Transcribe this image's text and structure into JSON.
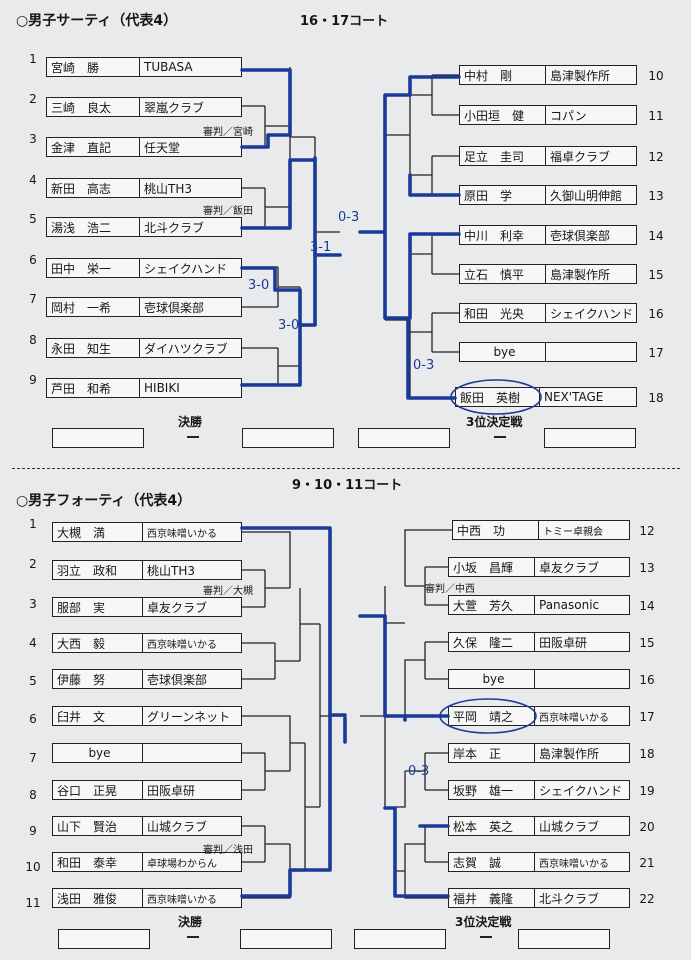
{
  "top": {
    "title": "○男子サーティ（代表4）",
    "court": "16・17コート",
    "final_label": "決勝",
    "third_label": "3位決定戦",
    "left": [
      {
        "no": "1",
        "name": "宮崎　勝",
        "club": "TUBASA"
      },
      {
        "no": "2",
        "name": "三崎　良太",
        "club": "翠嵐クラブ"
      },
      {
        "no": "3",
        "name": "金津　直記",
        "club": "任天堂"
      },
      {
        "no": "4",
        "name": "新田　高志",
        "club": "桃山TH3"
      },
      {
        "no": "5",
        "name": "湯浅　浩二",
        "club": "北斗クラブ"
      },
      {
        "no": "6",
        "name": "田中　栄一",
        "club": "シェイクハンド"
      },
      {
        "no": "7",
        "name": "岡村　一希",
        "club": "壱球倶楽部"
      },
      {
        "no": "8",
        "name": "永田　知生",
        "club": "ダイハツクラブ"
      },
      {
        "no": "9",
        "name": "芦田　和希",
        "club": "HIBIKI"
      }
    ],
    "right": [
      {
        "no": "10",
        "name": "中村　剛",
        "club": "島津製作所"
      },
      {
        "no": "11",
        "name": "小田垣　健",
        "club": "コパン"
      },
      {
        "no": "12",
        "name": "足立　圭司",
        "club": "福卓クラブ"
      },
      {
        "no": "13",
        "name": "原田　学",
        "club": "久御山明伸館"
      },
      {
        "no": "14",
        "name": "中川　利幸",
        "club": "壱球倶楽部"
      },
      {
        "no": "15",
        "name": "立石　慎平",
        "club": "島津製作所"
      },
      {
        "no": "16",
        "name": "和田　光央",
        "club": "シェイクハンド"
      },
      {
        "no": "17",
        "name": "bye",
        "club": ""
      },
      {
        "no": "18",
        "name": "飯田　英樹",
        "club": "NEX'TAGE"
      }
    ],
    "umpire": [
      "審判／宮崎",
      "審判／飯田"
    ],
    "handwritten": [
      "3-0",
      "3-0",
      "3-1",
      "0-3",
      "0-3"
    ]
  },
  "bottom": {
    "title": "○男子フォーティ（代表4）",
    "court": "9・10・11コート",
    "final_label": "決勝",
    "third_label": "3位決定戦",
    "left": [
      {
        "no": "1",
        "name": "大槻　満",
        "club": "西京味噌いかる"
      },
      {
        "no": "2",
        "name": "羽立　政和",
        "club": "桃山TH3"
      },
      {
        "no": "3",
        "name": "服部　実",
        "club": "卓友クラブ"
      },
      {
        "no": "4",
        "name": "大西　毅",
        "club": "西京味噌いかる"
      },
      {
        "no": "5",
        "name": "伊藤　努",
        "club": "壱球倶楽部"
      },
      {
        "no": "6",
        "name": "臼井　文",
        "club": "グリーンネット"
      },
      {
        "no": "7",
        "name": "bye",
        "club": ""
      },
      {
        "no": "8",
        "name": "谷口　正晃",
        "club": "田阪卓研"
      },
      {
        "no": "9",
        "name": "山下　賢治",
        "club": "山城クラブ"
      },
      {
        "no": "10",
        "name": "和田　泰幸",
        "club": "卓球場わからん"
      },
      {
        "no": "11",
        "name": "浅田　雅俊",
        "club": "西京味噌いかる"
      }
    ],
    "right": [
      {
        "no": "12",
        "name": "中西　功",
        "club": "トミー卓親会"
      },
      {
        "no": "13",
        "name": "小坂　昌輝",
        "club": "卓友クラブ"
      },
      {
        "no": "14",
        "name": "大萱　芳久",
        "club": "Panasonic"
      },
      {
        "no": "15",
        "name": "久保　隆二",
        "club": "田阪卓研"
      },
      {
        "no": "16",
        "name": "bye",
        "club": ""
      },
      {
        "no": "17",
        "name": "平岡　靖之",
        "club": "西京味噌いかる"
      },
      {
        "no": "18",
        "name": "岸本　正",
        "club": "島津製作所"
      },
      {
        "no": "19",
        "name": "坂野　雄一",
        "club": "シェイクハンド"
      },
      {
        "no": "20",
        "name": "松本　英之",
        "club": "山城クラブ"
      },
      {
        "no": "21",
        "name": "志賀　誠",
        "club": "西京味噌いかる"
      },
      {
        "no": "22",
        "name": "福井　義隆",
        "club": "北斗クラブ"
      }
    ],
    "umpire": [
      "審判／大槻",
      "審判／中西",
      "審判／浅田"
    ],
    "handwritten": [
      "0-3"
    ]
  },
  "colors": {
    "ink": "#161616",
    "pen": "#1a3a9a",
    "paper": "#e9eaeb"
  }
}
